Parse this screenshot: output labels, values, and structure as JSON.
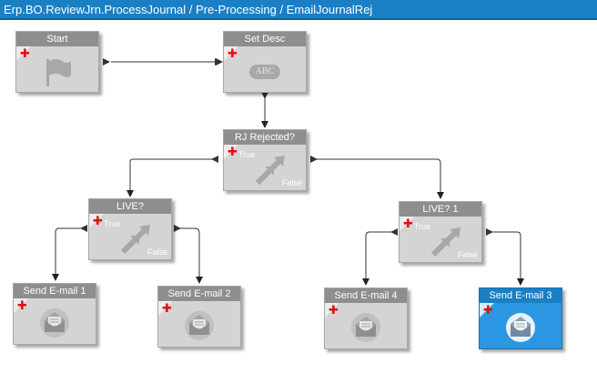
{
  "window": {
    "title": "Erp.BO.ReviewJrn.ProcessJournal / Pre-Processing / EmailJournalRej"
  },
  "colors": {
    "title_bar": "#1b7fc4",
    "node_bg": "#d4d4d4",
    "node_header": "#8e8e8e",
    "selected_bg": "#2b97e3",
    "add_plus": "#e01010"
  },
  "nodes": {
    "start": {
      "label": "Start",
      "icon": "flag-icon"
    },
    "set_desc": {
      "label": "Set Desc",
      "icon": "abc-icon",
      "icon_text": "ABC"
    },
    "rj_rejected": {
      "label": "RJ Rejected?",
      "icon": "condition-arrows-icon",
      "true_label": "True",
      "false_label": "False"
    },
    "live": {
      "label": "LIVE?",
      "icon": "condition-arrows-icon",
      "true_label": "True",
      "false_label": "False"
    },
    "live1": {
      "label": "LIVE? 1",
      "icon": "condition-arrows-icon",
      "true_label": "True",
      "false_label": "False"
    },
    "send1": {
      "label": "Send E-mail 1",
      "icon": "envelope-icon"
    },
    "send2": {
      "label": "Send E-mail 2",
      "icon": "envelope-icon"
    },
    "send4": {
      "label": "Send E-mail 4",
      "icon": "envelope-icon"
    },
    "send3": {
      "label": "Send E-mail 3",
      "icon": "envelope-icon",
      "selected": true
    }
  }
}
